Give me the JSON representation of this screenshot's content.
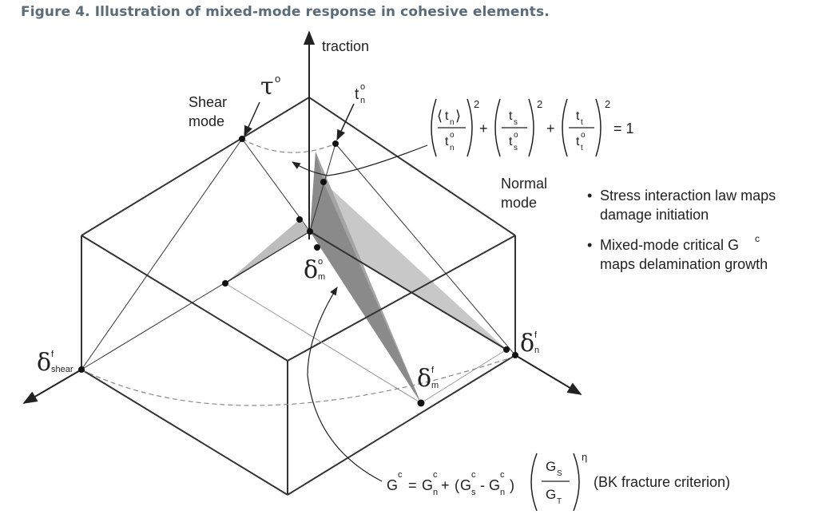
{
  "caption": "Figure 4. Illustration of mixed-mode response in cohesive elements.",
  "axis": {
    "traction": "traction"
  },
  "modes": {
    "shear": [
      "Shear",
      "mode"
    ],
    "normal": [
      "Normal",
      "mode"
    ]
  },
  "symbols": {
    "tau": "τ",
    "tau_sup": "o",
    "tn": "t",
    "tn_sub": "n",
    "tn_sup": "o",
    "delta": "δ",
    "dm0_sub": "m",
    "dm0_sup": "o",
    "dmf_sub": "m",
    "dmf_sup": "f",
    "dnf_sub": "n",
    "dnf_sup": "f",
    "dshear_sub": "shear",
    "dshear_sup": "f"
  },
  "stress_eq": {
    "t": "t",
    "n": "n",
    "s": "s",
    "tt": "t",
    "o": "o",
    "plus": "+",
    "exp": "2",
    "equals": "= 1",
    "langle": "⟨",
    "rangle": "⟩"
  },
  "bullets": [
    [
      "Stress interaction law maps",
      "damage initiation"
    ],
    [
      "Mixed-mode critical G",
      "maps delamination growth"
    ]
  ],
  "bullet_sup": "c",
  "bk_eq": {
    "G": "G",
    "c": "c",
    "n": "n",
    "s": "s",
    "S": "S",
    "T": "T",
    "eq": "=",
    "plus": "+",
    "minus": "-",
    "eta": "η",
    "lparen": "(",
    "rparen": ")",
    "label": "(BK fracture criterion)"
  }
}
